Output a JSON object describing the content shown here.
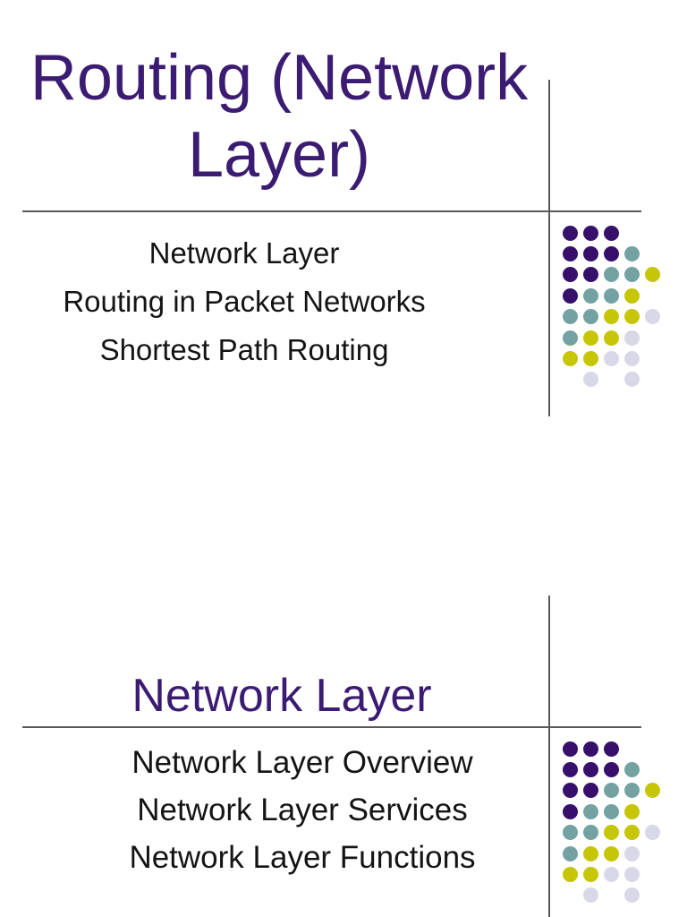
{
  "colors": {
    "background": "#ffffff",
    "title_purple": "#3B1C72",
    "body_text": "#141414",
    "divider_gray": "#595959",
    "dot_purple": "#36106B",
    "dot_teal": "#74A2A2",
    "dot_yellow": "#C6C606",
    "dot_lavender": "#D8D8E8"
  },
  "slide1": {
    "title_line1": "Routing (Network",
    "title_line2": "Layer)",
    "subtitle_lines": [
      "Network Layer",
      "Routing in Packet Networks",
      "Shortest Path Routing"
    ]
  },
  "slide2": {
    "title": "Network Layer",
    "bullet_lines": [
      "Network Layer Overview",
      "Network Layer Services",
      "Network Layer Functions"
    ]
  },
  "decoration": {
    "dot_grid_rows": [
      "PPP",
      "PPPT",
      "PPTTY",
      "PTTY",
      "TTYYL",
      "TYYL",
      "YYLL",
      ".L.L"
    ],
    "legend": {
      "P": "dot_purple",
      "T": "dot_teal",
      "Y": "dot_yellow",
      "L": "dot_lavender"
    }
  }
}
